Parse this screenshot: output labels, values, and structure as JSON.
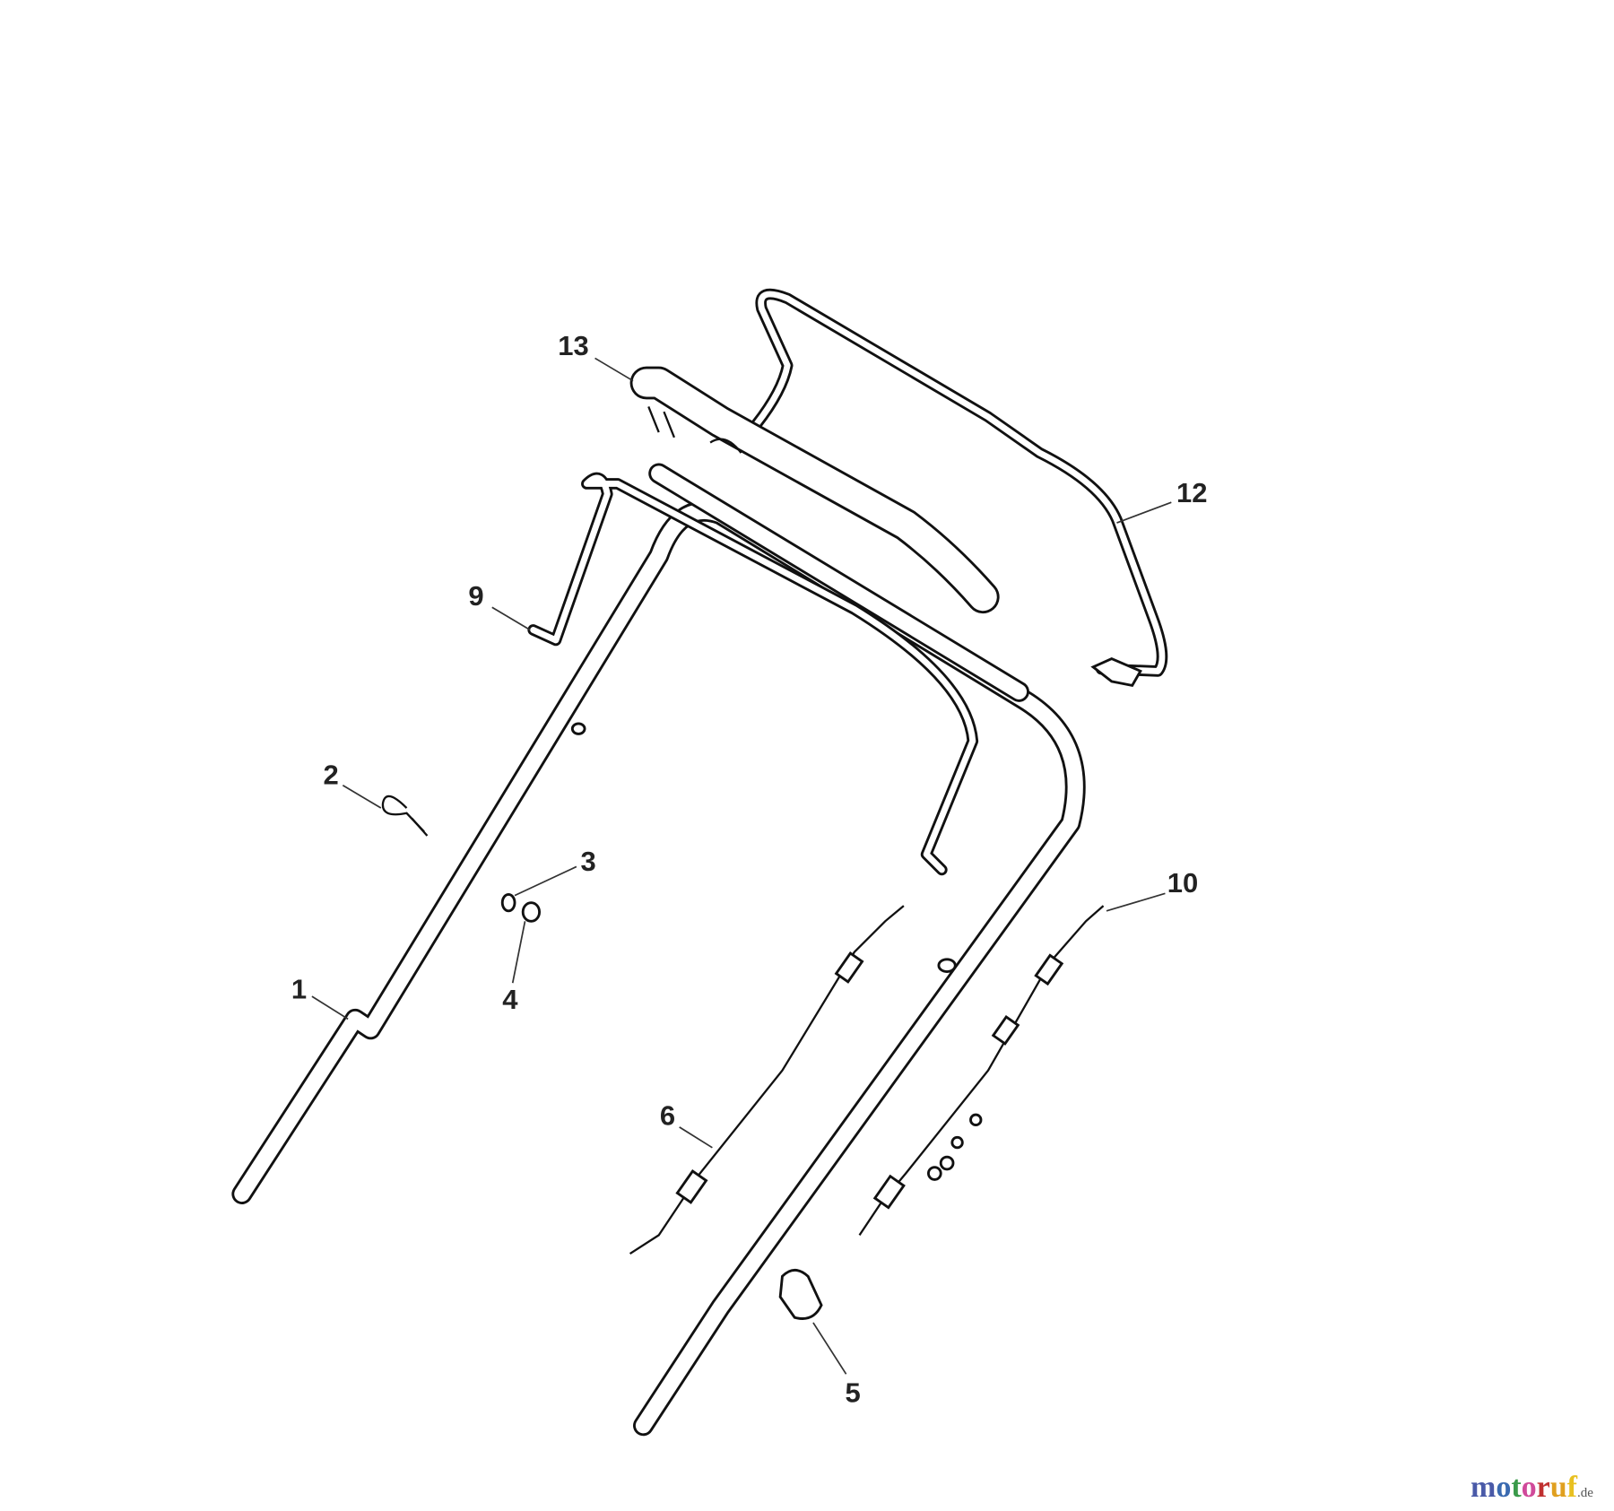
{
  "diagram": {
    "part_labels": [
      {
        "id": "1",
        "text": "1"
      },
      {
        "id": "2",
        "text": "2"
      },
      {
        "id": "3",
        "text": "3"
      },
      {
        "id": "4",
        "text": "4"
      },
      {
        "id": "5",
        "text": "5"
      },
      {
        "id": "6",
        "text": "6"
      },
      {
        "id": "9",
        "text": "9"
      },
      {
        "id": "10",
        "text": "10"
      },
      {
        "id": "12",
        "text": "12"
      },
      {
        "id": "13",
        "text": "13"
      }
    ]
  },
  "watermark": {
    "logo_text": "motoruf",
    "logo_suffix": ".de",
    "logo_colors": [
      "#4a5aa8",
      "#3a9a4a",
      "#d04a9a",
      "#e0a020",
      "#c03030",
      "#e8c020"
    ]
  }
}
